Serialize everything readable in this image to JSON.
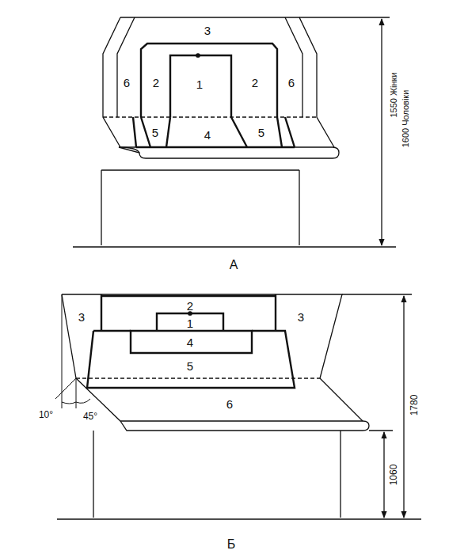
{
  "diagram": {
    "labels": [
      "3",
      "6",
      "2",
      "1",
      "2",
      "6",
      "5",
      "4",
      "5",
      "1550 Жінки",
      "1600 Чоловіки",
      "А",
      "2",
      "1",
      "3",
      "3",
      "4",
      "5",
      "6",
      "10°",
      "45°",
      "1780",
      "1060",
      "Б"
    ]
  }
}
